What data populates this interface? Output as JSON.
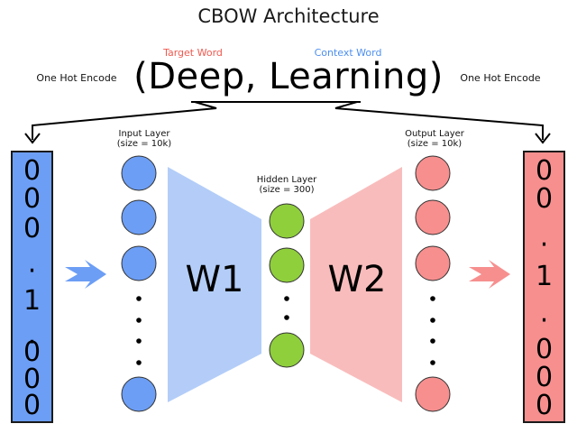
{
  "title": "CBOW Architecture",
  "labels": {
    "target_word": "Target Word",
    "context_word": "Context Word",
    "one_hot_left": "One Hot Encode",
    "one_hot_right": "One Hot Encode",
    "phrase": "(Deep, Learning)"
  },
  "layers": {
    "input": {
      "name": "Input Layer",
      "size": "(size = 10k)"
    },
    "hidden": {
      "name": "Hidden Layer",
      "size": "(size = 300)"
    },
    "output": {
      "name": "Output Layer",
      "size": "(size = 10k)"
    }
  },
  "weights": {
    "w1": "W1",
    "w2": "W2"
  },
  "vectors": {
    "input": [
      "0",
      "0",
      "0",
      "·",
      "1",
      "·",
      "0",
      "0",
      "0"
    ],
    "output": [
      "0",
      "0",
      "·",
      "1",
      "·",
      "0",
      "0",
      "0"
    ]
  },
  "colors": {
    "blue": "#6c9ef5",
    "blue_light": "#b3cdf8",
    "red": "#f78f8f",
    "red_light": "#f9bcbc",
    "green": "#8fcf3c",
    "target_text": "#f0594f",
    "context_text": "#4d8ff0"
  }
}
